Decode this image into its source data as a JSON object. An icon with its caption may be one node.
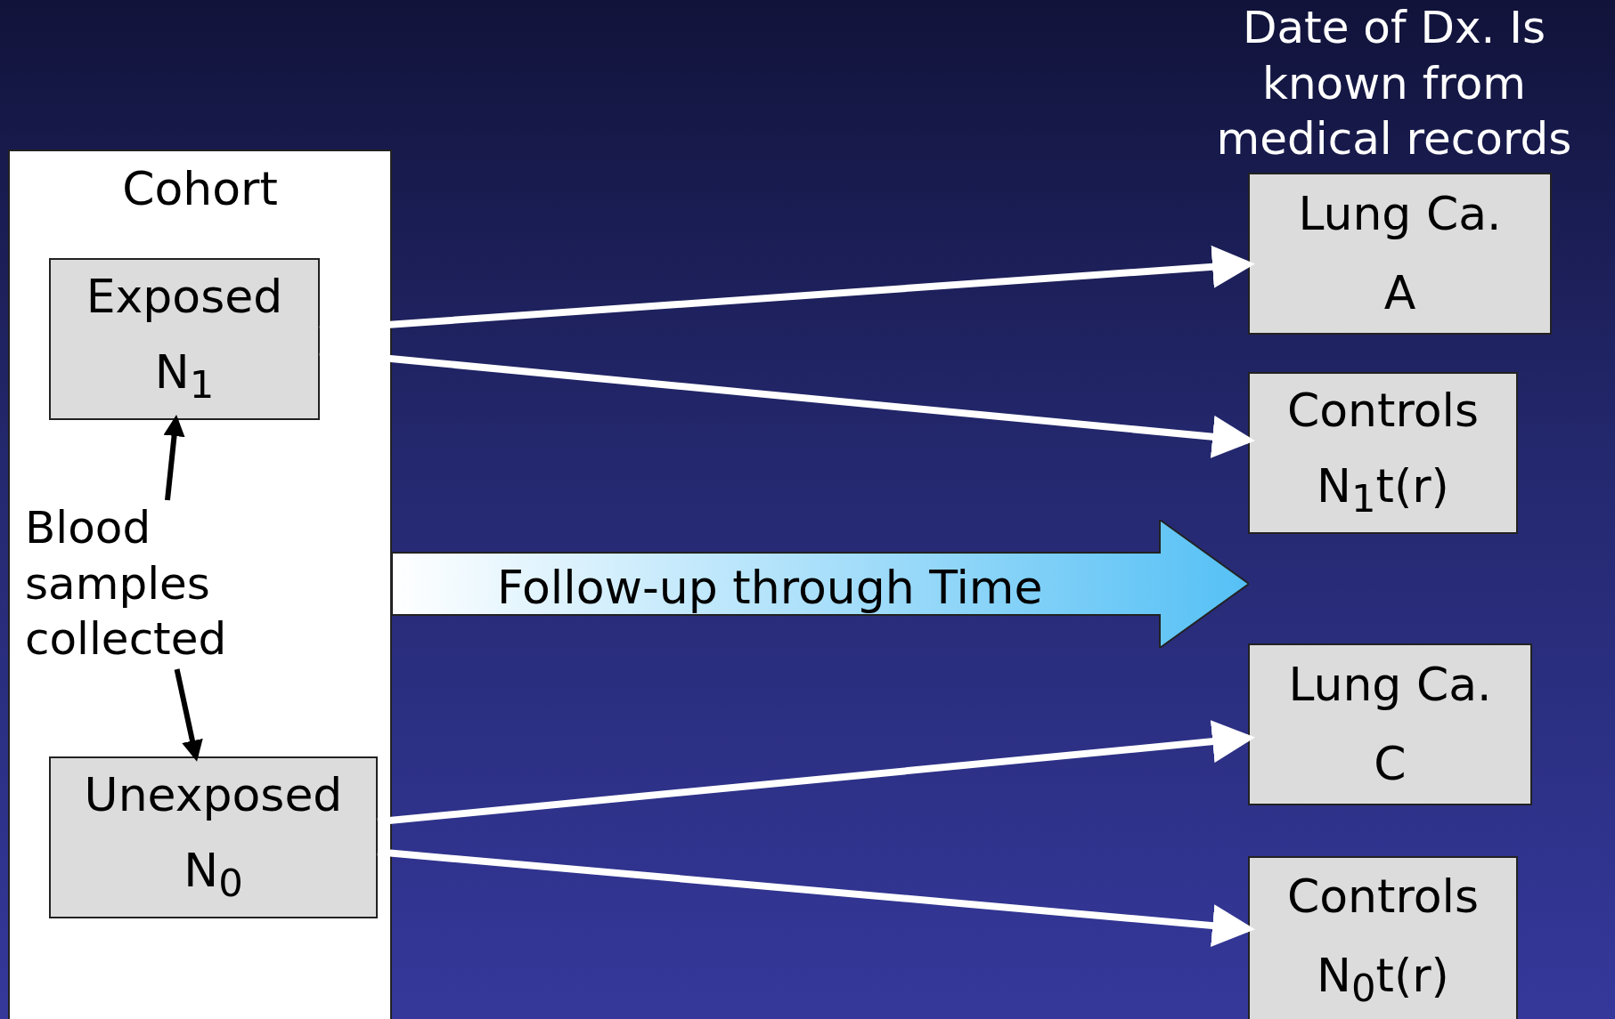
{
  "diagram": {
    "nodes": [
      {
        "text": [
          "Cohort"
        ]
      },
      {
        "text": [
          "Exposed",
          "N$_{1}$"
        ],
        "in": 0
      },
      {
        "text": [
          "Blood samples collected"
        ],
        "in": 0
      },
      {
        "text": [
          "Unexposed",
          "N$_{0}$"
        ],
        "in": 0
      },
      {
        "text": [
          "Lung Ca.",
          "A"
        ]
      },
      {
        "text": [
          "Controls",
          "N$_{1}$t(r)"
        ]
      },
      {
        "text": [
          "Follow-up through Time"
        ]
      },
      {
        "text": [
          "Lung Ca.",
          "C"
        ]
      },
      {
        "text": [
          "Controls",
          "N$_{0}$t(r)"
        ]
      }
    ],
    "edges": [
      {
        "from": 2,
        "to": 1,
        "arrow": "to",
        "color": "#000000"
      },
      {
        "from": 2,
        "to": 3,
        "arrow": "to",
        "color": "#000000"
      },
      {
        "from": 1,
        "to": 4,
        "arrow": "to"
      },
      {
        "from": 1,
        "to": 5,
        "arrow": "to"
      },
      {
        "from": 3,
        "to": 7,
        "arrow": "to"
      },
      {
        "from": 3,
        "to": 8,
        "arrow": "to"
      }
    ],
    "labels": [
      "Date of Dx. Is known from medical records"
    ]
  }
}
